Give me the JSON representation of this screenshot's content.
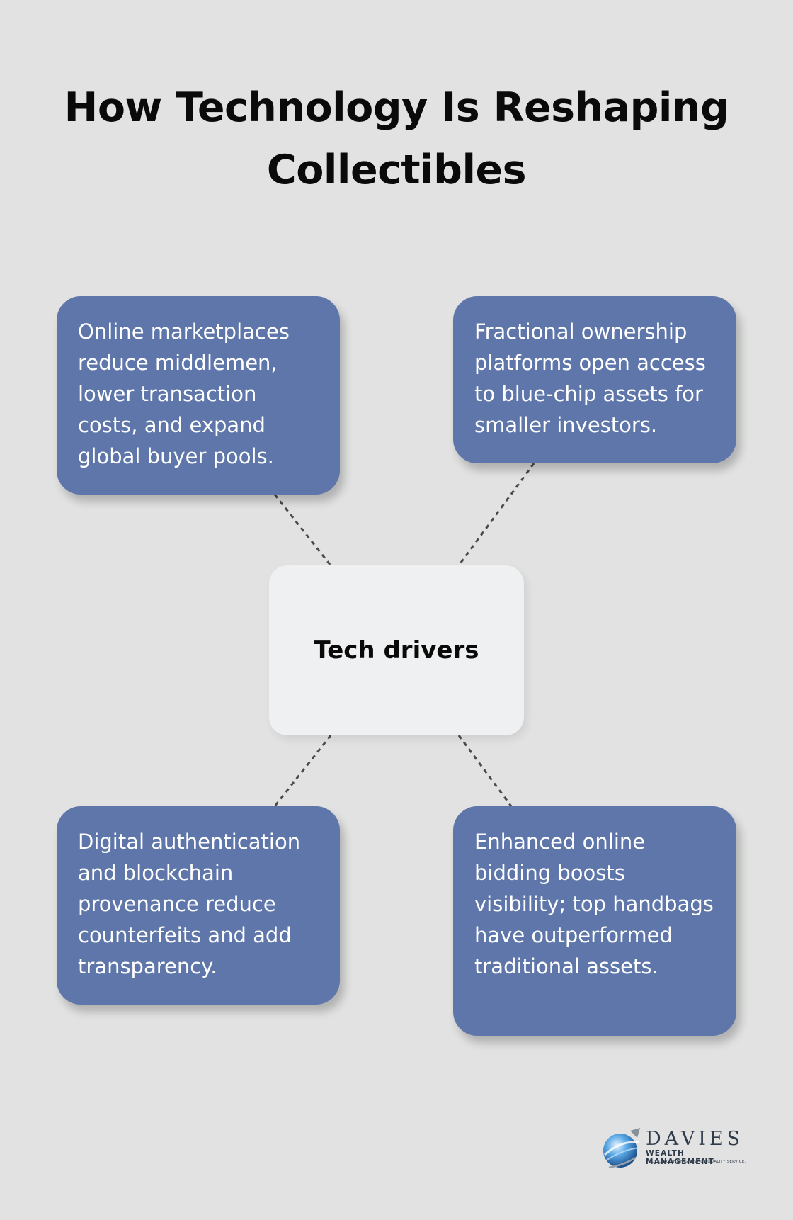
{
  "title": "How Technology Is Reshaping Collectibles",
  "hub": {
    "label": "Tech drivers"
  },
  "cards": {
    "top_left": "Online marketplaces reduce middlemen, lower transaction costs, and expand global buyer pools.",
    "top_right": "Fractional ownership platforms open access to blue-chip assets for smaller investors.",
    "bottom_left": "Digital authentication and blockchain provenance reduce counterfeits and add transparency.",
    "bottom_right": "Enhanced online bidding boosts visibility; top handbags have outperformed traditional assets."
  },
  "logo": {
    "name": "DAVIES",
    "subtitle": "WEALTH MANAGEMENT",
    "tagline": "PROVIDING THE HIGHEST OF QUALITY SERVICE."
  },
  "colors": {
    "background": "#e1e2e1",
    "card": "#5e76a9",
    "hub": "#eff0f1",
    "connector": "#4a4a4a"
  }
}
